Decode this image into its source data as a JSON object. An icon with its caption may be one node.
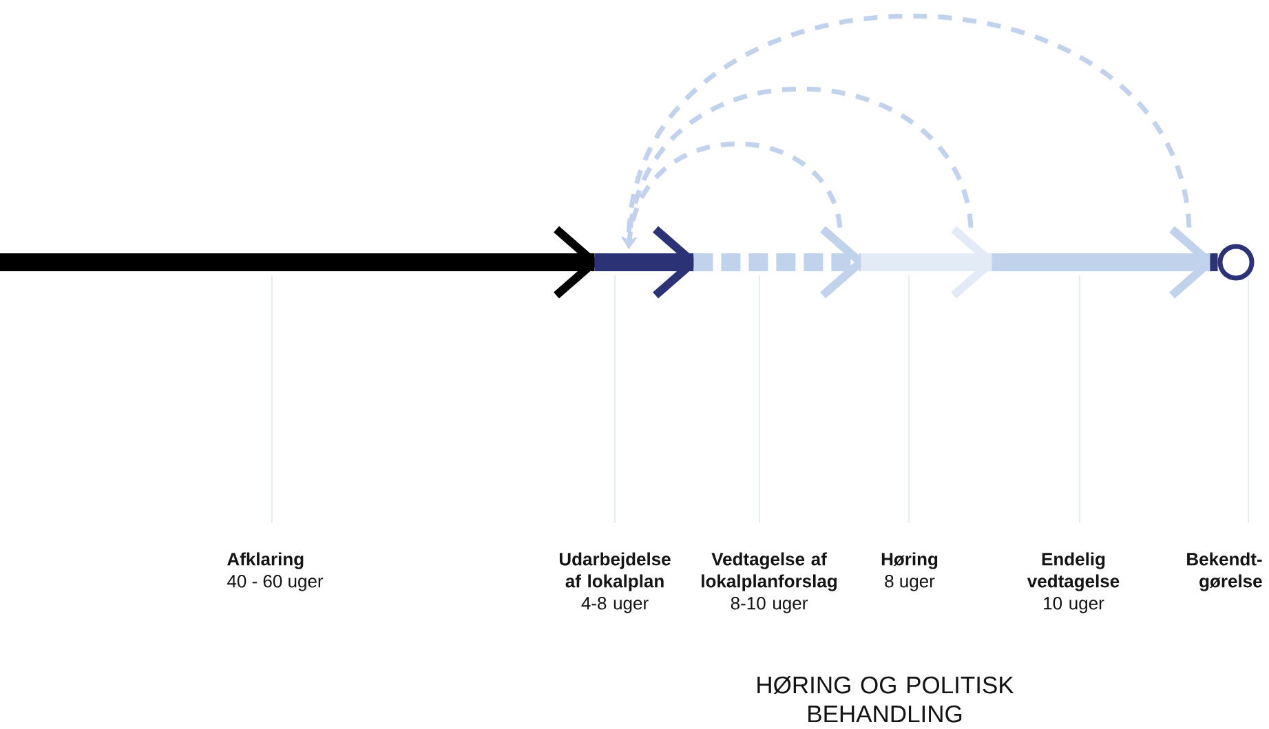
{
  "diagram": {
    "nodes": [
      {
        "text": [
          "Afklaring",
          "40 - 60 uger"
        ]
      },
      {
        "text": [
          "Udarbejdelse af lokalplan",
          "4-8 uger"
        ]
      },
      {
        "text": [
          "Vedtagelse af lokalplanforslag",
          "8-10 uger"
        ]
      },
      {
        "text": [
          "Høring",
          "8 uger"
        ]
      },
      {
        "text": [
          "Endelig vedtagelse",
          "10 uger"
        ]
      },
      {
        "text": [
          "Bekendt-gørelse"
        ]
      },
      {
        "text": [],
        "shape": "chevron"
      },
      {
        "text": [],
        "shape": "chevron"
      },
      {
        "text": [],
        "shape": "chevron"
      },
      {
        "text": [],
        "shape": "chevron"
      },
      {
        "text": [],
        "shape": "chevron"
      },
      {
        "text": [],
        "shape": "circle"
      }
    ],
    "edges": [
      {
        "from": null,
        "to": 6,
        "arrow": "none",
        "color": "#000000"
      },
      {
        "from": 6,
        "to": 7,
        "arrow": "none",
        "color": "#2b3275"
      },
      {
        "from": 7,
        "to": 8,
        "arrow": "none",
        "style": "dashed",
        "color": "#c0d2ec"
      },
      {
        "from": 8,
        "to": 9,
        "arrow": "none",
        "color": "#e3ebf7"
      },
      {
        "from": 9,
        "to": 10,
        "arrow": "none",
        "color": "#c0d2ec"
      },
      {
        "from": 10,
        "to": 11,
        "arrow": "none",
        "color": "#2b3275"
      },
      {
        "from": 8,
        "to": null,
        "arrow": "to",
        "style": "dashed",
        "color": "#c0d2ec"
      },
      {
        "from": 9,
        "to": null,
        "arrow": "to",
        "style": "dashed",
        "color": "#c0d2ec"
      },
      {
        "from": 10,
        "to": null,
        "arrow": "to",
        "style": "dashed",
        "color": "#c0d2ec"
      }
    ],
    "labels": [
      "HØRING OG POLITISK BEHANDLING"
    ]
  }
}
